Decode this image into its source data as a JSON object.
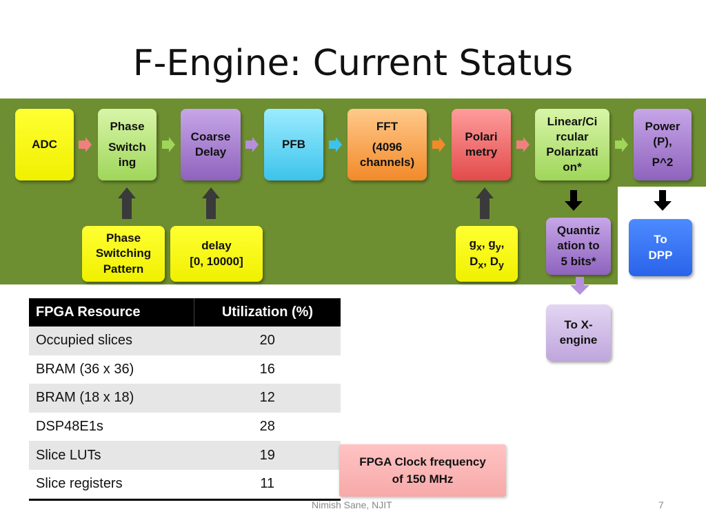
{
  "title": "F-Engine: Current Status",
  "pipeline": {
    "adc": [
      "ADC"
    ],
    "phase_switching": [
      "Phase",
      "Switch",
      "ing"
    ],
    "coarse_delay": [
      "Coarse",
      "Delay"
    ],
    "pfb": [
      "PFB"
    ],
    "fft": [
      "FFT",
      "(4096",
      "channels)"
    ],
    "polarimetry": [
      "Polari",
      "metry"
    ],
    "linear_circular": [
      "Linear/Ci",
      "rcular",
      "Polarizati",
      "on*"
    ],
    "power": [
      "Power",
      "(P),",
      "P^2"
    ]
  },
  "inputs": {
    "phase_pattern": [
      "Phase",
      "Switching",
      "Pattern"
    ],
    "delay": [
      "delay",
      "[0, 10000]"
    ],
    "gains": {
      "g": "g",
      "x": "x",
      "y": "y",
      "D": "D",
      "sep": ", "
    }
  },
  "outputs": {
    "quantization": [
      "Quantiz",
      "ation to",
      "5 bits*"
    ],
    "to_dpp": [
      "To",
      "DPP"
    ],
    "to_x_engine": [
      "To X-",
      "engine"
    ]
  },
  "table": {
    "headers": [
      "FPGA Resource",
      "Utilization (%)"
    ],
    "rows": [
      [
        "Occupied slices",
        "20"
      ],
      [
        "BRAM (36 x 36)",
        "16"
      ],
      [
        "BRAM (18 x 18)",
        "12"
      ],
      [
        "DSP48E1s",
        "28"
      ],
      [
        "Slice LUTs",
        "19"
      ],
      [
        "Slice registers",
        "11"
      ]
    ]
  },
  "clock_note": [
    "FPGA Clock frequency",
    "of 150 MHz"
  ],
  "footer": {
    "author": "Nimish Sane, NJIT",
    "page": "7"
  },
  "colors": {
    "band": "#6e8f31",
    "arrow_adc": "#f08080",
    "arrow_green": "#9fd65a",
    "arrow_purple": "#b68fdd",
    "arrow_cyan": "#3cc3eb",
    "arrow_orange": "#f28a2a"
  }
}
